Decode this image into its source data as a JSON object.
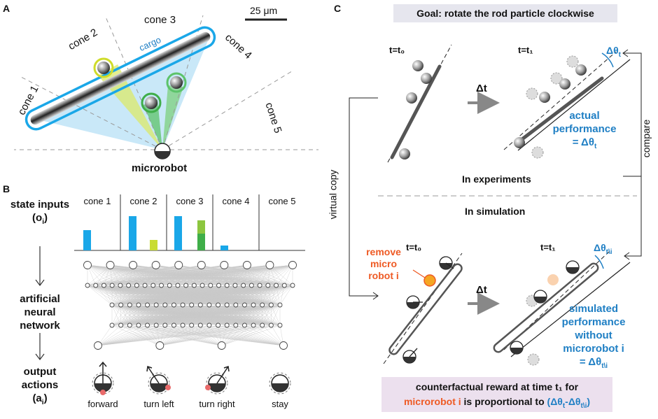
{
  "panel_a": {
    "letter": "A",
    "cones": [
      "cone 1",
      "cone 2",
      "cone 3",
      "cone 4",
      "cone 5"
    ],
    "cargo_label": "cargo",
    "scale_bar": "25 μm",
    "microrobot_label": "microrobot"
  },
  "panel_b": {
    "letter": "B",
    "cone_headers": [
      "cone 1",
      "cone 2",
      "cone 3",
      "cone 4",
      "cone 5"
    ],
    "state_inputs": "state inputs",
    "state_sym": "(o",
    "state_sub": "i",
    "state_end": ")",
    "ann_line1": "artificial",
    "ann_line2": "neural",
    "ann_line3": "network",
    "output_line1": "output",
    "output_line2": "actions",
    "output_sym": "(a",
    "output_sub": "i",
    "output_end": ")",
    "actions": [
      "forward",
      "turn left",
      "turn right",
      "stay"
    ],
    "colors": {
      "blue": "#1aa7e8",
      "yellowgreen": "#b6d433",
      "green": "#3fae49",
      "lightgreen": "#8cc63f"
    }
  },
  "panel_c": {
    "letter": "C",
    "goal": "Goal: rotate the rod particle clockwise",
    "t0": "t=t₀",
    "t1": "t=t₁",
    "dt": "Δt",
    "delta_theta": "Δθ",
    "delta_theta_sub": "t",
    "delta_theta_sim_sub": "t\\i",
    "actual_line1": "actual",
    "actual_line2": "performance",
    "actual_line3": "= Δθ",
    "in_experiments": "In experiments",
    "in_simulation": "In simulation",
    "virtual_copy": "virtual copy",
    "compare": "compare",
    "remove_line1": "remove",
    "remove_line2": "micro",
    "remove_line3": "robot i",
    "simulated_line1": "simulated",
    "simulated_line2": "performance",
    "simulated_line3": "without",
    "simulated_line4": "microrobot i",
    "simulated_line5": "= Δθ",
    "reward_line1": "counterfactual reward at time t₁ for",
    "reward_robot": "microrobot i",
    "reward_mid": " is proportional to ",
    "reward_formula": "(Δθ",
    "reward_formula_sub1": "t",
    "reward_formula_mid": "-Δθ",
    "reward_formula_sub2": "t\\i",
    "reward_formula_end": ")"
  }
}
